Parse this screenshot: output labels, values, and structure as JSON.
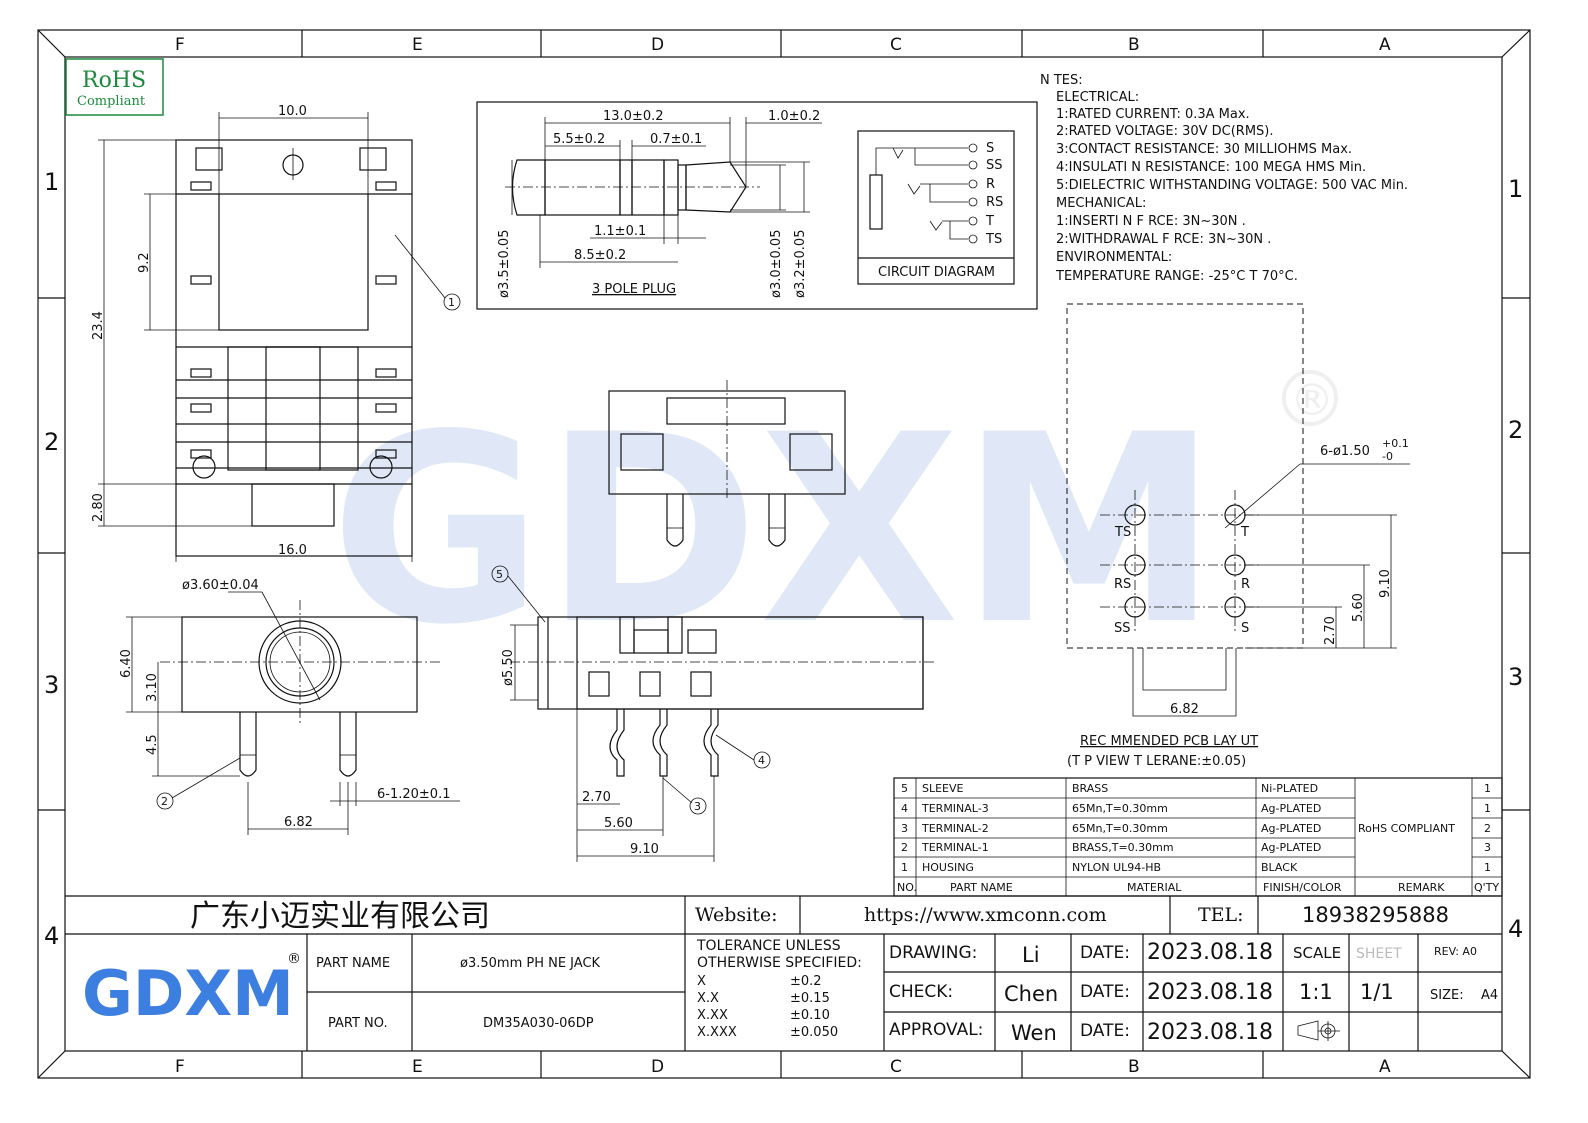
{
  "frame": {
    "columns": [
      "F",
      "E",
      "D",
      "C",
      "B",
      "A"
    ],
    "rows": [
      "1",
      "2",
      "3",
      "4"
    ]
  },
  "rohs_logo": {
    "line1": "RoHS",
    "line2": "Compliant"
  },
  "notes": {
    "title": "N TES:",
    "lines": [
      "ELECTRICAL:",
      "1:RATED CURRENT: 0.3A Max.",
      "2:RATED VOLTAGE: 30V DC(RMS).",
      "3:CONTACT RESISTANCE: 30 MILLIOHMS Max.",
      "4:INSULATI N RESISTANCE: 100 MEGA HMS Min.",
      "5:DIELECTRIC WITHSTANDING VOLTAGE: 500 VAC Min.",
      "MECHANICAL:",
      "1:INSERTI N F RCE: 3N~30N .",
      "2:WITHDRAWAL F RCE: 3N~30N .",
      "ENVIRONMENTAL:",
      " TEMPERATURE RANGE: -25°C T  70°C."
    ]
  },
  "plug": {
    "dims": [
      "13.0±0.2",
      "1.0±0.2",
      "5.5±0.2",
      "0.7±0.1",
      "1.1±0.1",
      "8.5±0.2",
      "ø3.5±0.05",
      "ø3.0±0.05",
      "ø3.2±0.05"
    ],
    "caption": "3 POLE PLUG"
  },
  "circuit": {
    "pins": [
      "S",
      "SS",
      "R",
      "RS",
      "T",
      "TS"
    ],
    "caption": "CIRCUIT DIAGRAM"
  },
  "top_view_dims": [
    "10.0",
    "9.2",
    "23.4",
    "2.80",
    "16.0"
  ],
  "front_view_dims": [
    "ø3.60±0.04",
    "6.40",
    "3.10",
    "4.5",
    "6-1.20±0.1",
    "6.82"
  ],
  "side_view_dims": [
    "ø5.50",
    "2.70",
    "5.60",
    "9.10"
  ],
  "balloons": [
    "1",
    "2",
    "3",
    "4",
    "5"
  ],
  "pcb": {
    "hole_dim": "6-ø1.50",
    "tol_plus": "+0.1",
    "tol_minus": "-0",
    "pins": [
      "TS",
      "T",
      "RS",
      "R",
      "SS",
      "S"
    ],
    "dims": [
      "9.10",
      "5.60",
      "2.70",
      "6.82"
    ],
    "caption": "REC MMENDED PCB LAY UT",
    "subcaption": "(T P VIEW T LERANE:±0.05)"
  },
  "watermark": {
    "text": "GDXM",
    "mark": "®"
  },
  "bom": {
    "header": [
      "NO.",
      "PART NAME",
      "MATERIAL",
      "FINISH/COLOR",
      "REMARK",
      "Q'TY"
    ],
    "rows": [
      {
        "no": "5",
        "part": "SLEEVE",
        "material": "BRASS",
        "finish": "Ni-PLATED",
        "qty": "1"
      },
      {
        "no": "4",
        "part": "TERMINAL-3",
        "material": "65Mn,T=0.30mm",
        "finish": "Ag-PLATED",
        "qty": "1"
      },
      {
        "no": "3",
        "part": "TERMINAL-2",
        "material": "65Mn,T=0.30mm",
        "finish": "Ag-PLATED",
        "qty": "2"
      },
      {
        "no": "2",
        "part": "TERMINAL-1",
        "material": "BRASS,T=0.30mm",
        "finish": "Ag-PLATED",
        "qty": "3"
      },
      {
        "no": "1",
        "part": "HOUSING",
        "material": "NYLON UL94-HB",
        "finish": "BLACK",
        "qty": "1"
      }
    ],
    "remark": "RoHS COMPLIANT"
  },
  "title_block": {
    "company": "广东小迈实业有限公司",
    "website_label": "Website:",
    "website": "https://www.xmconn.com",
    "tel_label": "TEL:",
    "tel": "18938295888",
    "logo": "GDXM",
    "logo_mark": "®",
    "part_name_label": "PART NAME",
    "part_name": "ø3.50mm PH NE JACK",
    "part_no_label": "PART NO.",
    "part_no": "DM35A030-06DP",
    "tolerance_title1": "TOLERANCE UNLESS",
    "tolerance_title2": "OTHERWISE SPECIFIED:",
    "tolerances": [
      [
        "X",
        "±0.2"
      ],
      [
        "X.X",
        "±0.15"
      ],
      [
        "X.XX",
        "±0.10"
      ],
      [
        "X.XXX",
        "±0.050"
      ]
    ],
    "drawing_label": "DRAWING:",
    "drawing_by": "Li",
    "check_label": "CHECK:",
    "check_by": "Chen",
    "approval_label": "APPROVAL:",
    "approval_by": "Wen",
    "date_label": "DATE:",
    "date": "2023.08.18",
    "scale_label": "SCALE",
    "scale": "1:1",
    "sheet_label": "SHEET",
    "sheet": "1/1",
    "rev": "REV: A0",
    "size_label": "SIZE:",
    "size": "A4"
  }
}
